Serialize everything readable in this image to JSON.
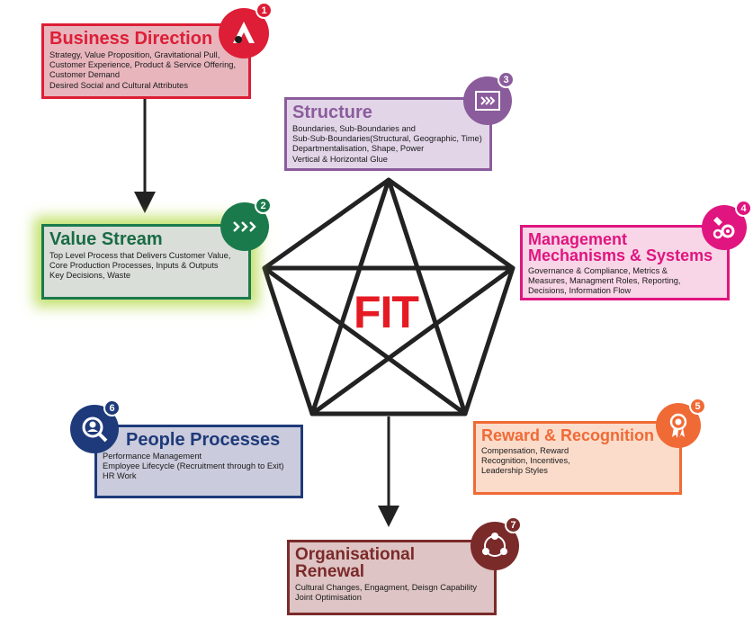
{
  "center_label": "FIT",
  "nodes": {
    "business_direction": {
      "number": "1",
      "title": "Business Direction",
      "text": "Strategy, Value Proposition, Gravitational Pull,\nCustomer Experience, Product & Service Offering,\nCustomer Demand\nDesired Social and Cultural Attributes",
      "color": "#dd1e36",
      "icon": "direction-sign-icon"
    },
    "value_stream": {
      "number": "2",
      "title": "Value Stream",
      "text": "Top Level Process that Delivers Customer Value,\nCore Production Processes, Inputs & Outputs\nKey Decisions, Waste",
      "color": "#1a7a4c",
      "icon": "chevrons-icon"
    },
    "structure": {
      "number": "3",
      "title": "Structure",
      "text": "Boundaries, Sub-Boundaries and\nSub-Sub-Boundaries(Structural, Geographic, Time)\nDepartmentalisation, Shape, Power\nVertical & Horizontal Glue",
      "color": "#8b5c9c",
      "icon": "chevrons-box-icon"
    },
    "management": {
      "number": "4",
      "title": "Management\nMechanisms & Systems",
      "text": "Governance & Compliance, Metrics &\nMeasures, Managment Roles, Reporting,\nDecisions, Information Flow",
      "color": "#e0157f",
      "icon": "gears-icon"
    },
    "reward": {
      "number": "5",
      "title": "Reward & Recognition",
      "text": "Compensation, Reward\nRecognition, Incentives,\nLeadership Styles",
      "color": "#f06a35",
      "icon": "award-ribbon-icon"
    },
    "people": {
      "number": "6",
      "title": "People Processes",
      "text": "Performance Management\nEmployee Lifecycle (Recruitment through to Exit)\nHR Work",
      "color": "#1e3a7a",
      "icon": "person-search-icon"
    },
    "renewal": {
      "number": "7",
      "title": "Organisational\nRenewal",
      "text": "Cultural Changes, Engagment, Deisgn Capability\nJoint Optimisation",
      "color": "#7b2a2a",
      "icon": "people-cycle-icon"
    }
  }
}
